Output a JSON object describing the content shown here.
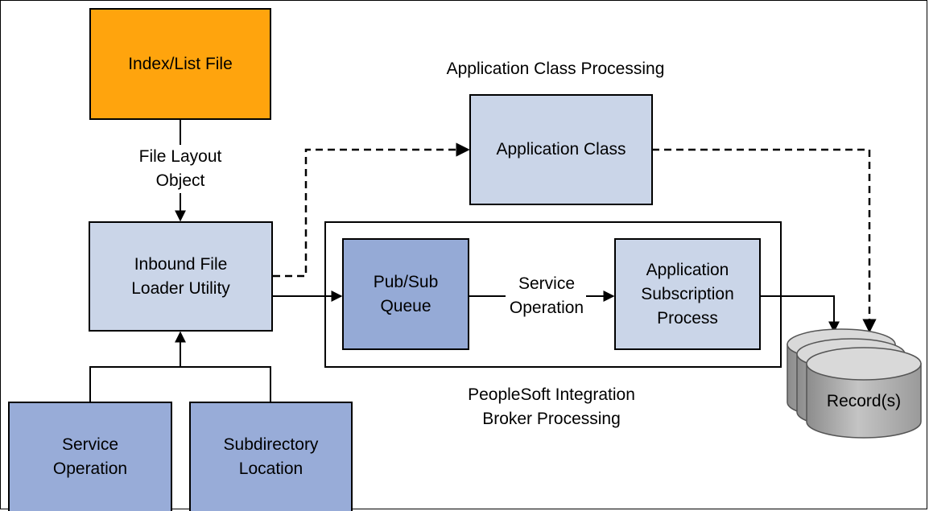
{
  "nodes": {
    "index_list_file": "Index/List File",
    "application_class": "Application Class",
    "inbound_file_loader": "Inbound File\nLoader Utility",
    "pubsub_queue": "Pub/Sub\nQueue",
    "application_subscription": "Application\nSubscription\nProcess",
    "service_operation": "Service\nOperation",
    "subdirectory_location": "Subdirectory\nLocation",
    "records": "Record(s)"
  },
  "labels": {
    "file_layout_object": "File Layout\nObject",
    "application_class_processing": "Application Class Processing",
    "service_operation_edge": "Service\nOperation",
    "peoplesoft_ib_processing": "PeopleSoft Integration\nBroker Processing"
  },
  "colors": {
    "orange": "#ffa40d",
    "light_blue": "#cad5e8",
    "mid_blue": "#95aad6",
    "record_gray": "#b8b8b8"
  }
}
